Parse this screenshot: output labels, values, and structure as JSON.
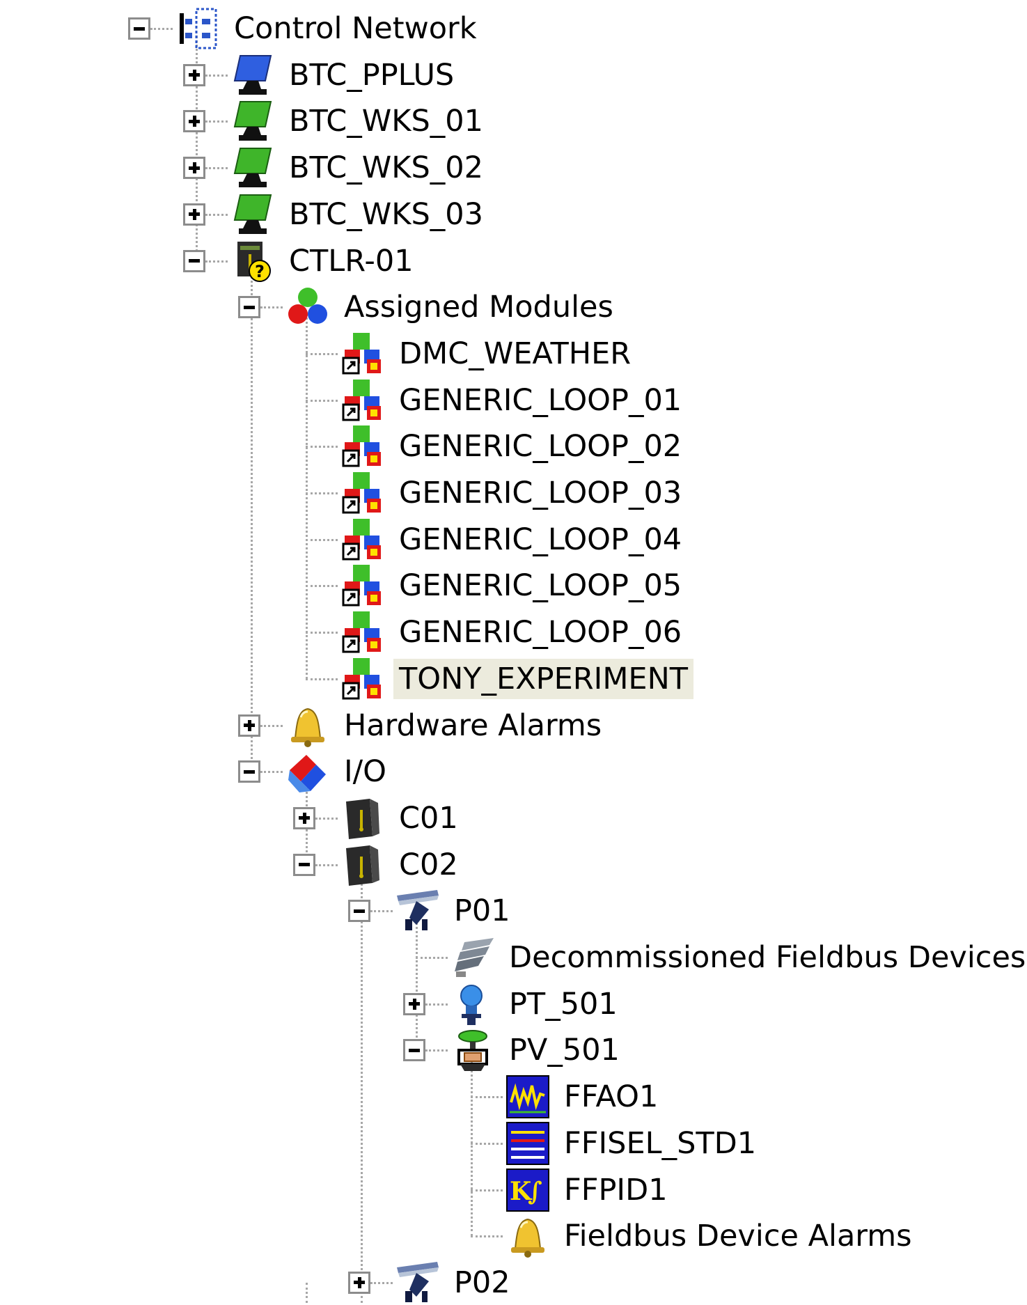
{
  "tree": {
    "nodes": [
      {
        "label": "Control Network",
        "level": 0,
        "expanded": true,
        "icon": "control-network-icon"
      },
      {
        "label": "BTC_PPLUS",
        "level": 1,
        "expanded": false,
        "icon": "workstation-blue-icon"
      },
      {
        "label": "BTC_WKS_01",
        "level": 1,
        "expanded": false,
        "icon": "workstation-green-icon"
      },
      {
        "label": "BTC_WKS_02",
        "level": 1,
        "expanded": false,
        "icon": "workstation-green-icon"
      },
      {
        "label": "BTC_WKS_03",
        "level": 1,
        "expanded": false,
        "icon": "workstation-green-icon"
      },
      {
        "label": "CTLR-01",
        "level": 1,
        "expanded": true,
        "icon": "controller-unknown-icon"
      },
      {
        "label": "Assigned Modules",
        "level": 2,
        "expanded": true,
        "icon": "assigned-modules-icon"
      },
      {
        "label": "DMC_WEATHER",
        "level": 3,
        "icon": "module-icon"
      },
      {
        "label": "GENERIC_LOOP_01",
        "level": 3,
        "icon": "module-icon"
      },
      {
        "label": "GENERIC_LOOP_02",
        "level": 3,
        "icon": "module-icon"
      },
      {
        "label": "GENERIC_LOOP_03",
        "level": 3,
        "icon": "module-icon"
      },
      {
        "label": "GENERIC_LOOP_04",
        "level": 3,
        "icon": "module-icon"
      },
      {
        "label": "GENERIC_LOOP_05",
        "level": 3,
        "icon": "module-icon"
      },
      {
        "label": "GENERIC_LOOP_06",
        "level": 3,
        "icon": "module-icon"
      },
      {
        "label": "TONY_EXPERIMENT",
        "level": 3,
        "icon": "module-icon",
        "selected": true
      },
      {
        "label": "Hardware Alarms",
        "level": 2,
        "expanded": false,
        "icon": "alarm-bell-icon"
      },
      {
        "label": "I/O",
        "level": 2,
        "expanded": true,
        "icon": "io-icon"
      },
      {
        "label": "C01",
        "level": 3,
        "expanded": false,
        "icon": "io-card-icon"
      },
      {
        "label": "C02",
        "level": 3,
        "expanded": true,
        "icon": "io-card-icon"
      },
      {
        "label": "P01",
        "level": 4,
        "expanded": true,
        "icon": "fieldbus-port-icon"
      },
      {
        "label": "Decommissioned Fieldbus Devices",
        "level": 5,
        "icon": "decommissioned-devices-icon"
      },
      {
        "label": "PT_501",
        "level": 5,
        "expanded": false,
        "icon": "pressure-transmitter-icon"
      },
      {
        "label": "PV_501",
        "level": 5,
        "expanded": true,
        "icon": "valve-positioner-icon"
      },
      {
        "label": "FFAO1",
        "level": 6,
        "icon": "ffao-block-icon"
      },
      {
        "label": "FFISEL_STD1",
        "level": 6,
        "icon": "ffisel-block-icon"
      },
      {
        "label": "FFPID1",
        "level": 6,
        "icon": "ffpid-block-icon"
      },
      {
        "label": "Fieldbus Device Alarms",
        "level": 6,
        "icon": "alarm-bell-icon"
      },
      {
        "label": "P02",
        "level": 4,
        "expanded": false,
        "icon": "fieldbus-port-icon"
      }
    ]
  },
  "colors": {
    "selection": "#ecebdd",
    "tree_line": "#a7a7a7",
    "expander_border": "#8c8c8c"
  }
}
